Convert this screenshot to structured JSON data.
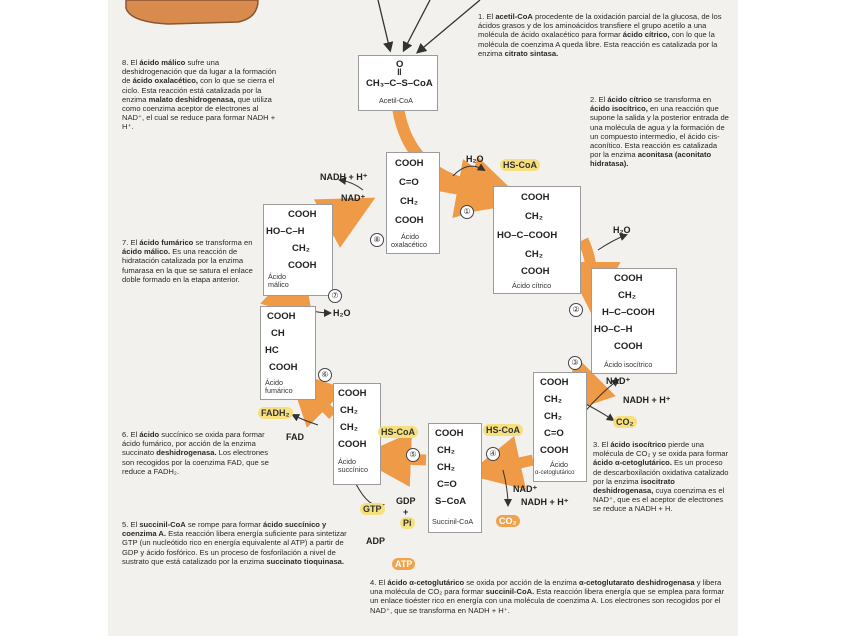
{
  "notes": {
    "n1": {
      "num": "1. El ",
      "bold1": "acetil-CoA",
      "text1": " procedente de la oxidación parcial de la glucosa, de los ácidos grasos y de los aminoácidos transfiere el grupo acetilo a una molécula de ácido oxalacético para formar ",
      "bold2": "ácido cítrico,",
      "text2": " con lo que la molécula de coenzima A queda libre. Esta reacción es catalizada por la enzima ",
      "bold3": "citrato sintasa."
    },
    "n2": {
      "num": "2. El ",
      "bold1": "ácido cítrico",
      "text1": " se transforma en ",
      "bold2": "ácido isocítrico,",
      "text2": " en una reacción que supone la salida y la posterior entrada de una molécula de agua y la formación de un compuesto intermedio, el ácido cis-aconítico. Esta reacción es catalizada por la enzima ",
      "bold3": "aconitasa (aconitato hidratasa)."
    },
    "n3": {
      "num": "3. El ",
      "bold1": "ácido isocítrico",
      "text1": " pierde una molécula de CO₂ y se oxida para formar ",
      "bold2": "ácido α-cetoglutárico.",
      "text2": " Es un proceso de descarboxilación oxidativa catalizado por la enzima ",
      "bold3": "isocitrato deshidrogenasa,",
      "text3": " cuya coenzima es el NAD⁺, que es el aceptor de electrones se reduce a NADH + H."
    },
    "n4": {
      "num": "4. El ",
      "bold1": "ácido α-cetoglutárico",
      "text1": " se oxida por acción de la enzima ",
      "bold2": "α-cetoglutarato deshidrogenasa",
      "text2": " y libera una molécula de CO₂ para formar ",
      "bold3": "succinil-CoA.",
      "text3": " Esta reacción libera energía que se emplea para formar un enlace tioéster rico en energía con una molécula de coenzima A. Los electrones son recogidos por el NAD⁺, que se transforma en NADH + H⁺."
    },
    "n5": {
      "num": "5. El ",
      "bold1": "succinil-CoA",
      "text1": " se rompe para formar ",
      "bold2": "ácido succínico y coenzima A.",
      "text2": " Esta reacción libera energía suficiente para sintetizar GTP (un nucleótido rico en energía equivalente al ATP) a partir de GDP y ácido fosfórico. Es un proceso de fosforilación a nivel de sustrato que está catalizado por la enzima ",
      "bold3": "succinato tioquinasa."
    },
    "n6": {
      "num": "6. El ",
      "bold1": "ácido",
      "text1": " succínico se oxida para formar ácido fumárico, por acción de la enzima succinato ",
      "bold2": "deshidrogenasa.",
      "text2": " Los electrones son recogidos por la coenzima FAD, que se reduce a FADH₂."
    },
    "n7": {
      "num": "7. El ",
      "bold1": "ácido fumárico",
      "text1": " se transforma en ",
      "bold2": "ácido málico.",
      "text2": " Es una reacción de hidratación catalizada por la enzima fumarasa en la que se satura el enlace doble formado en la etapa anterior."
    },
    "n8": {
      "num": "8. El ",
      "bold1": "ácido málico",
      "text1": " sufre una deshidrogenación que da lugar a la formación de ",
      "bold2": "ácido oxalacético,",
      "text2": " con lo que se cierra el ciclo. Esta reacción está catalizada por la enzima ",
      "bold3": "malato deshidrogenasa,",
      "text3": " que utiliza como coenzima aceptor de electrones al NAD⁺, el cual se reduce para formar NADH + H⁺."
    }
  },
  "molecules": {
    "acetil": {
      "l1": "O",
      "l2": "‖",
      "l3": "CH₃–C–S–CoA",
      "name": "Acetil-CoA"
    },
    "oxal": {
      "l1": "COOH",
      "l2": "C=O",
      "l3": "CH₂",
      "l4": "COOH",
      "name1": "Ácido",
      "name2": "oxalacético"
    },
    "citrico": {
      "l1": "COOH",
      "l2": "CH₂",
      "l3": "HO–C–COOH",
      "l4": "CH₂",
      "l5": "COOH",
      "name": "Ácido cítrico"
    },
    "isocitrico": {
      "l1": "COOH",
      "l2": "CH₂",
      "l3": "H–C–COOH",
      "l4": "HO–C–H",
      "l5": "COOH",
      "name": "Ácido isocítrico"
    },
    "cetoglut": {
      "l1": "COOH",
      "l2": "CH₂",
      "l3": "CH₂",
      "l4": "C=O",
      "l5": "COOH",
      "name1": "Ácido",
      "name2": "α-cetoglutárico"
    },
    "succinil": {
      "l1": "COOH",
      "l2": "CH₂",
      "l3": "CH₂",
      "l4": "C=O",
      "l5": "S–CoA",
      "name": "Succinil-CoA"
    },
    "succinico": {
      "l1": "COOH",
      "l2": "CH₂",
      "l3": "CH₂",
      "l4": "COOH",
      "name1": "Ácido",
      "name2": "succínico"
    },
    "fumarico": {
      "l1": "COOH",
      "l2": "CH",
      "l3": "HC",
      "l4": "COOH",
      "name1": "Ácido",
      "name2": "fumárico"
    },
    "malico": {
      "l1": "COOH",
      "l2": "HO–C–H",
      "l3": "CH₂",
      "l4": "COOH",
      "name1": "Ácido",
      "name2": "málico"
    }
  },
  "labels": {
    "h2o_1": "H₂O",
    "hscoa_1": "HS-CoA",
    "h2o_2": "H₂O",
    "nad_3": "NAD⁺",
    "nadh_3": "NADH + H⁺",
    "co2_3": "CO₂",
    "hscoa_4": "HS-CoA",
    "nad_4": "NAD⁺",
    "nadh_4": "NADH + H⁺",
    "co2_4": "CO₂",
    "hscoa_5": "HS-CoA",
    "gtp": "GTP",
    "gdp": "GDP",
    "plus": "+",
    "pi": "Pi",
    "adp": "ADP",
    "atp": "ATP",
    "fadh2": "FADH₂",
    "fad": "FAD",
    "h2o_7": "H₂O",
    "nadh_8": "NADH + H⁺",
    "nad_8": "NAD⁺"
  },
  "steps": [
    "①",
    "②",
    "③",
    "④",
    "⑤",
    "⑥",
    "⑦",
    "⑧"
  ],
  "colors": {
    "arrow": "#ef9a47",
    "text": "#222222",
    "highlight": "#f6e07d"
  }
}
